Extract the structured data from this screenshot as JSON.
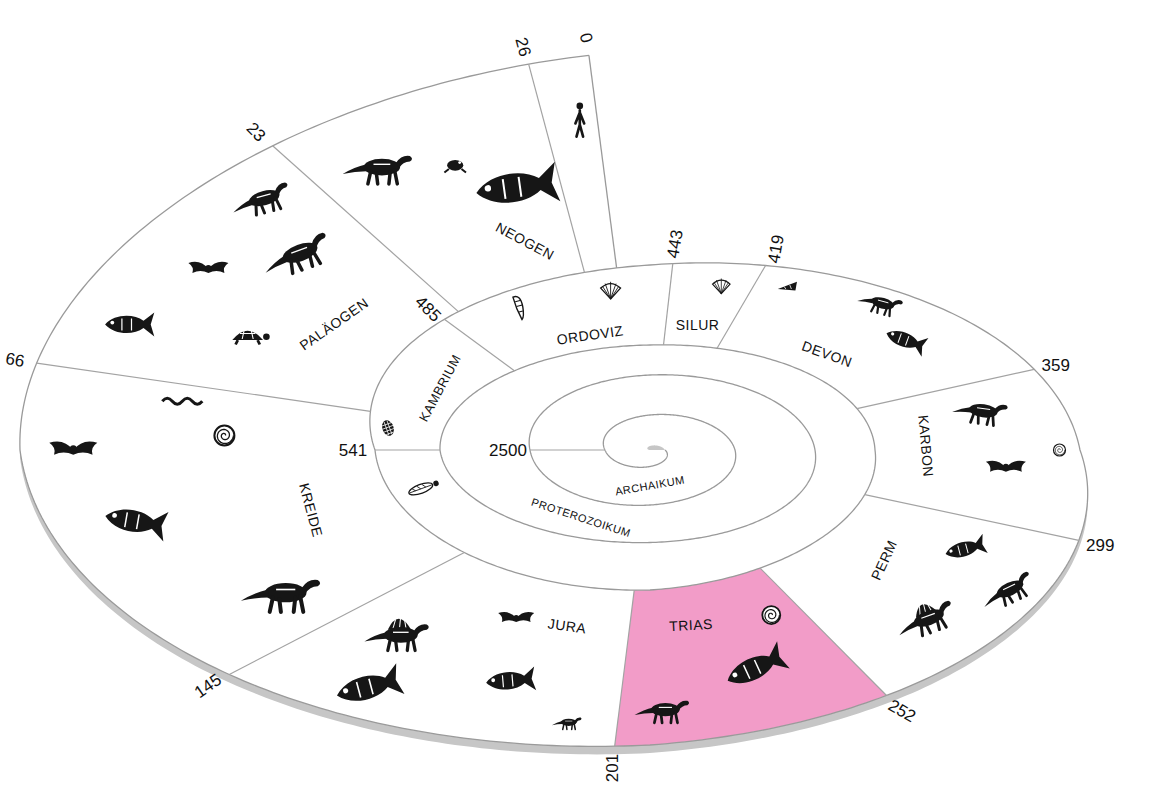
{
  "diagram": {
    "labels": [
      "0",
      "26",
      "23",
      "66",
      "145",
      "201",
      "252",
      "299",
      "359",
      "419",
      "443",
      "485",
      "541",
      "2500",
      "NEOGEN",
      "PALÄOGEN",
      "KREIDE",
      "JURA",
      "TRIAS",
      "PERM",
      "KARBON",
      "DEVON",
      "SILUR",
      "ORDOVIZ",
      "KAMBRIUM",
      "PROTEROZOIKUM",
      "ARCHAIKUM"
    ]
  }
}
